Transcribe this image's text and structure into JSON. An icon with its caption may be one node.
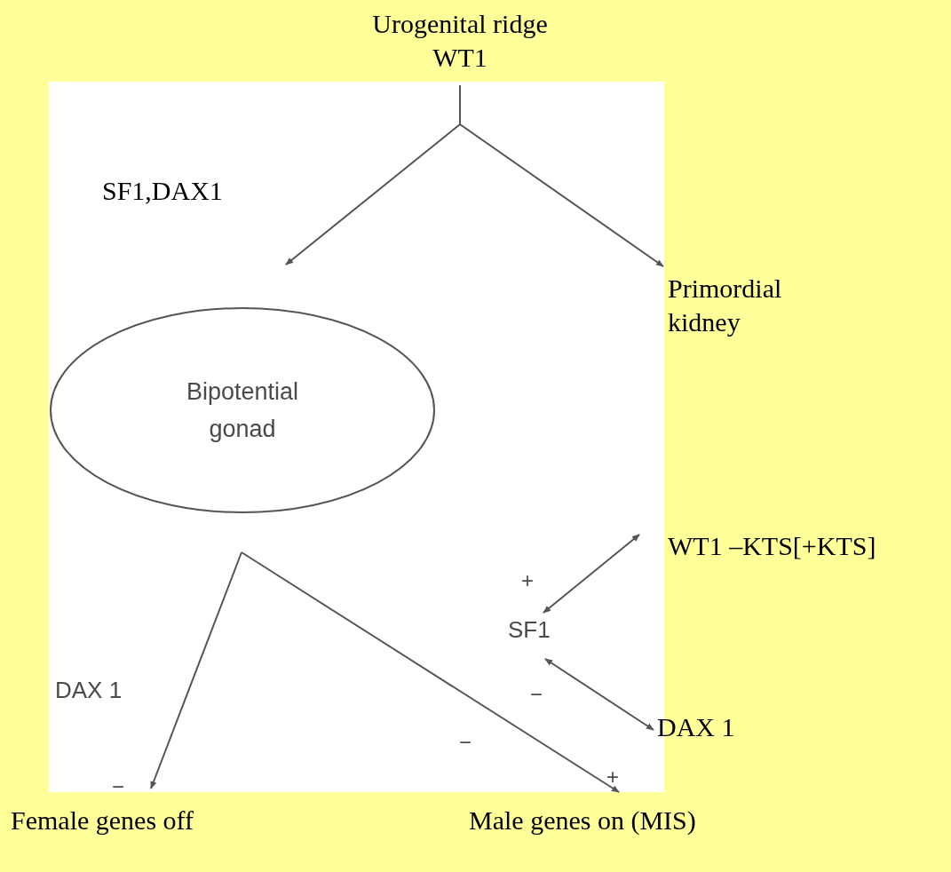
{
  "diagram": {
    "nodes": [
      {
        "text": [
          "Urogenital ridge",
          "WT1"
        ]
      },
      {
        "text": [
          "Bipotential gonad"
        ]
      },
      {
        "text": [
          "Primordial kidney"
        ]
      },
      {
        "text": [
          "WT1 –KTS[+KTS]"
        ]
      },
      {
        "text": [
          "SF1"
        ]
      },
      {
        "text": [
          "DAX 1"
        ]
      },
      {
        "text": [
          "Female genes off"
        ]
      },
      {
        "text": [
          "Male genes on (MIS)"
        ]
      }
    ],
    "edges": [
      {
        "from": 0,
        "to": 1,
        "arrow": "to",
        "label": "SF1,DAX1"
      },
      {
        "from": 0,
        "to": 2,
        "arrow": "to"
      },
      {
        "from": null,
        "to": 6,
        "arrow": "to",
        "label": "DAX 1"
      },
      {
        "from": null,
        "to": 7,
        "arrow": "to"
      },
      {
        "from": 3,
        "to": 4,
        "arrow": "both"
      },
      {
        "from": 4,
        "to": 5,
        "arrow": "both"
      }
    ],
    "labels": [
      "+",
      "−",
      "−",
      "+",
      "−"
    ]
  }
}
